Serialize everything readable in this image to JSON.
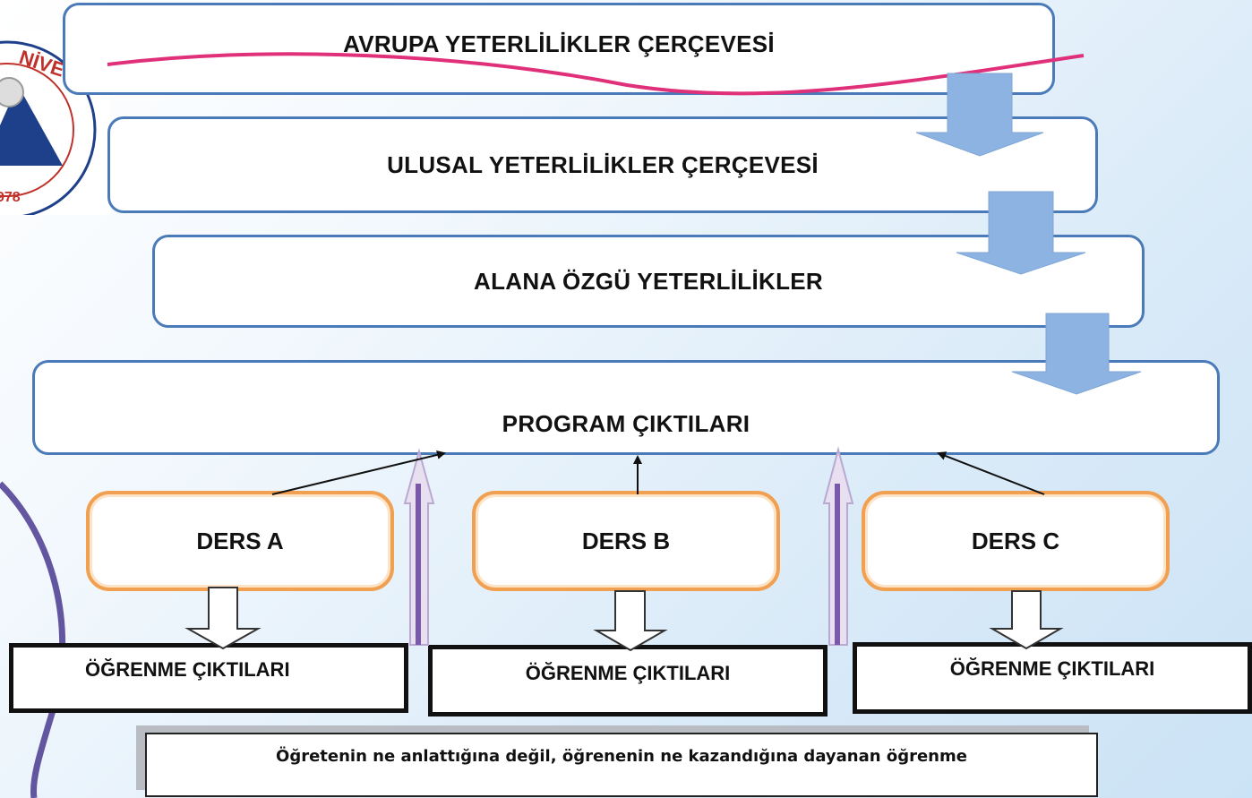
{
  "levels": {
    "european": "AVRUPA YETERLİLİKLER ÇERÇEVESİ",
    "national": "ULUSAL YETERLİLİKLER ÇERÇEVESİ",
    "field": "ALANA ÖZGÜ  YETERLİLİKLER",
    "program": "PROGRAM ÇIKTILARI"
  },
  "courses": [
    {
      "label": "DERS A",
      "outcome": "ÖĞRENME ÇIKTILARI"
    },
    {
      "label": "DERS B",
      "outcome": "ÖĞRENME ÇIKTILARI"
    },
    {
      "label": "DERS C",
      "outcome": "ÖĞRENME ÇIKTILARI"
    }
  ],
  "note": "Öğretenin ne anlattığına değil, öğrenenin ne kazandığına dayanan öğrenme",
  "logo": {
    "text_fragment": "NİVERSİTESİ",
    "year_fragment": "978"
  },
  "colors": {
    "level_border": "#4a7ab8",
    "down_arrow": "#8db3e2",
    "course_border": "#f0a050",
    "up_arrow": "#8a6bb0",
    "accent_curve": "#e0307a"
  }
}
